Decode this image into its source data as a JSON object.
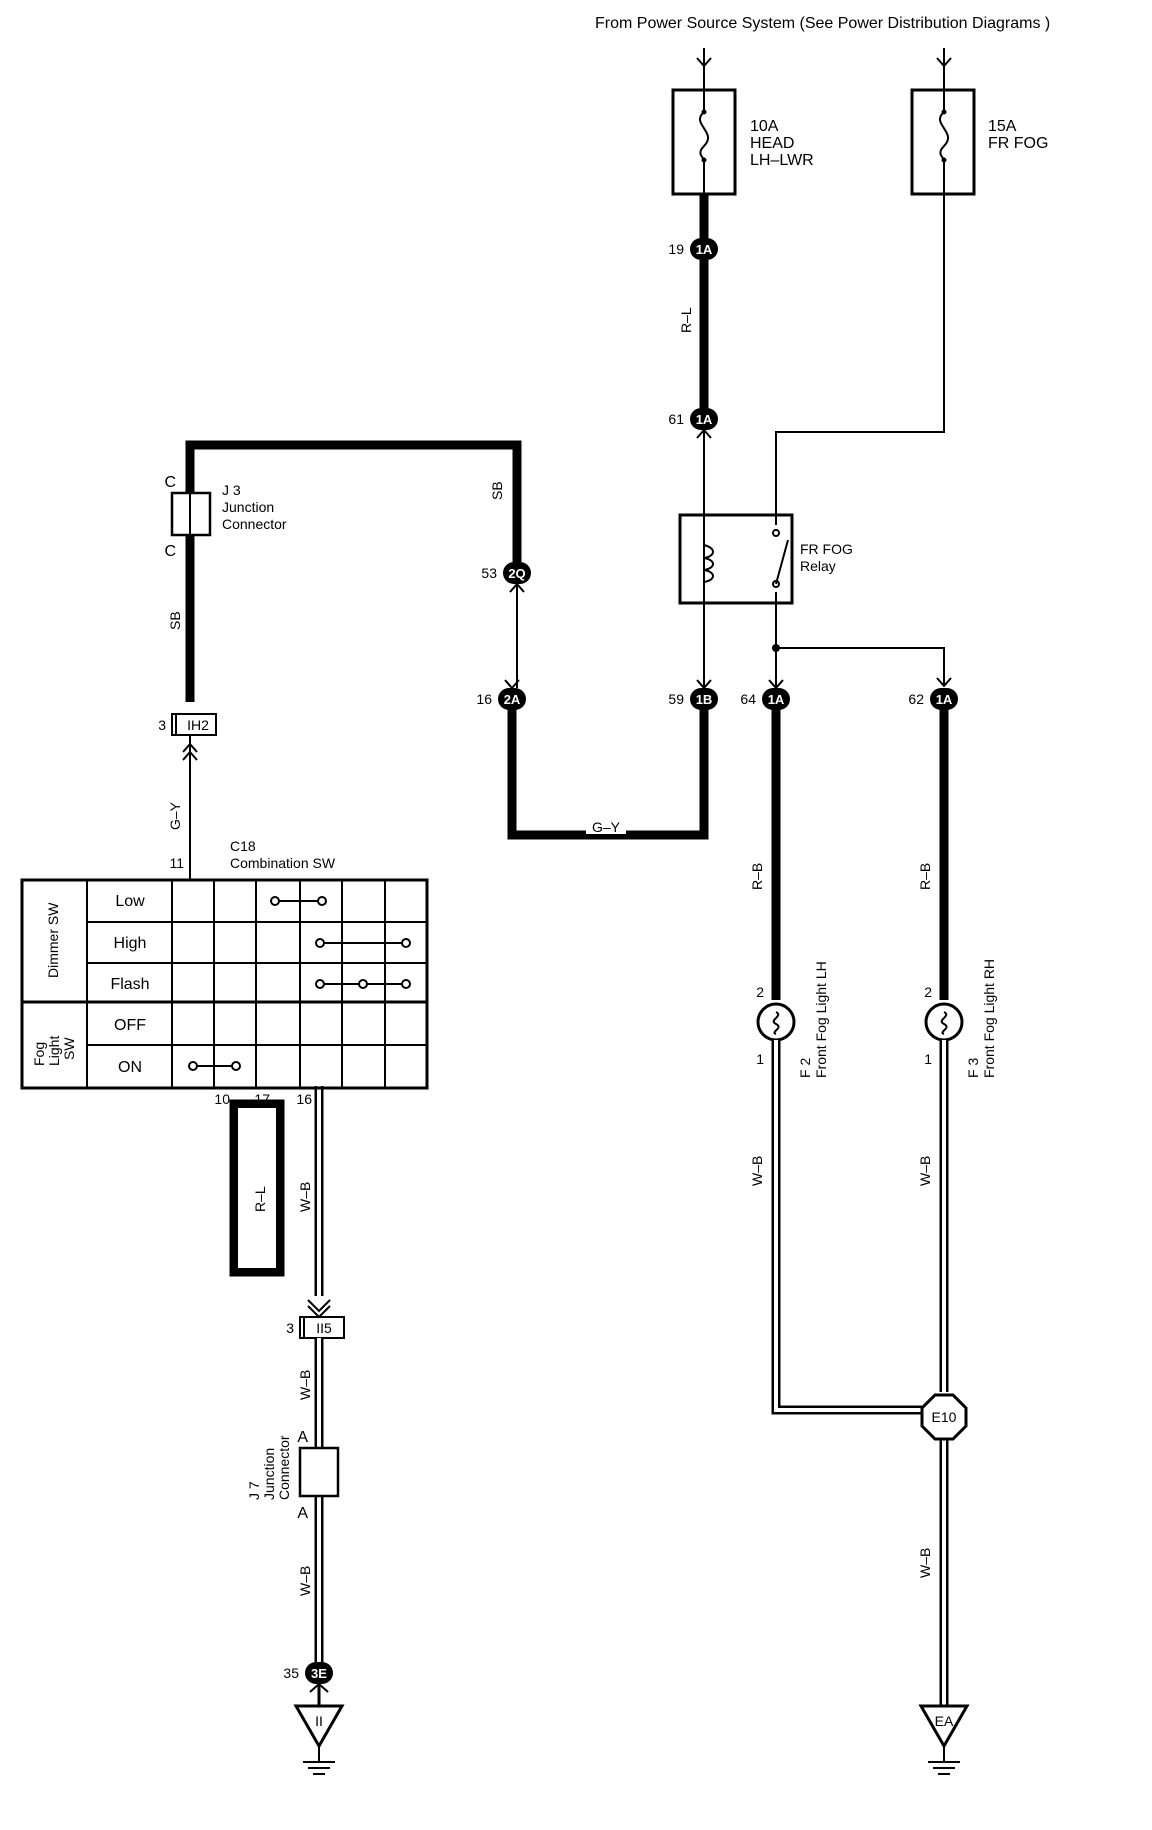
{
  "header": {
    "power_source": "From Power Source System (See Power Distribution Diagrams )"
  },
  "fuses": [
    {
      "amps": "10A",
      "line1": "HEAD",
      "line2": "LH–LWR"
    },
    {
      "amps": "15A",
      "line1": "FR FOG"
    }
  ],
  "relay": {
    "line1": "FR FOG",
    "line2": "Relay"
  },
  "junction_j3": {
    "id": "J 3",
    "line1": "Junction",
    "line2": "Connector",
    "pin_top": "C",
    "pin_bottom": "C"
  },
  "junction_j7": {
    "id": "J 7",
    "line1": "Junction",
    "line2": "Connector",
    "pin_top": "A",
    "pin_bottom": "A"
  },
  "combination_switch": {
    "id": "C18",
    "name": "Combination SW",
    "dimmer_label": "Dimmer SW",
    "fog_label_1": "Fog",
    "fog_label_2": "Light",
    "fog_label_3": "SW",
    "rows": [
      "Low",
      "High",
      "Flash",
      "OFF",
      "ON"
    ],
    "pins": {
      "top": "11",
      "p10": "10",
      "p17": "17",
      "p16": "16"
    }
  },
  "connectors": [
    {
      "code": "1A",
      "pin": "19"
    },
    {
      "code": "1A",
      "pin": "61"
    },
    {
      "code": "2Q",
      "pin": "53"
    },
    {
      "code": "2A",
      "pin": "16"
    },
    {
      "code": "1B",
      "pin": "59"
    },
    {
      "code": "1A",
      "pin": "64"
    },
    {
      "code": "1A",
      "pin": "62"
    },
    {
      "code": "3E",
      "pin": "35"
    },
    {
      "code": "IH2",
      "pin": "3"
    },
    {
      "code": "II5",
      "pin": "3"
    }
  ],
  "wires": {
    "rl": "R–L",
    "sb": "SB",
    "gy": "G–Y",
    "rb": "R–B",
    "wb": "W–B"
  },
  "lamps": [
    {
      "id": "F 2",
      "name": "Front Fog Light LH",
      "pin_top": "2",
      "pin_bottom": "1"
    },
    {
      "id": "F 3",
      "name": "Front Fog Light RH",
      "pin_top": "2",
      "pin_bottom": "1"
    }
  ],
  "grounds": {
    "e10": "E10",
    "ii": "II",
    "ea": "EA"
  }
}
